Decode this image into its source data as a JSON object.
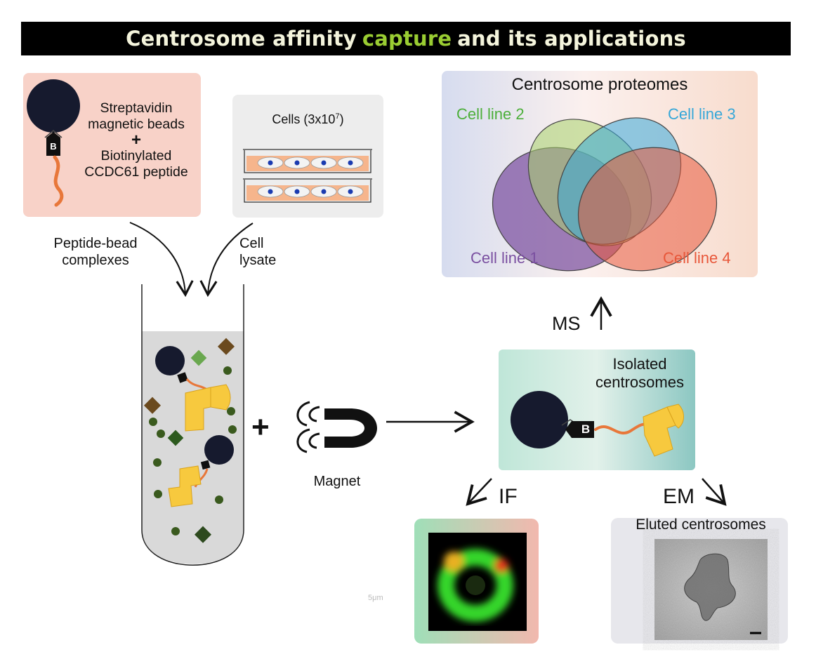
{
  "title": {
    "prefix": "Centrosome affinity",
    "highlight": "capture",
    "suffix": "and its applications"
  },
  "beads_box": {
    "line1": "Streptavidin",
    "line2": "magnetic beads",
    "plus": "+",
    "line3": "Biotinylated",
    "line4": "CCDC61 peptide",
    "biotin_symbol": "B"
  },
  "cells_box": {
    "label": "Cells (3x10",
    "superscript": "7",
    "label_end": ")"
  },
  "arrows": {
    "peptide_bead_line1": "Peptide-bead",
    "peptide_bead_line2": "complexes",
    "cell_lysate_line1": "Cell",
    "cell_lysate_line2": "lysate",
    "ms": "MS",
    "if": "IF",
    "em": "EM"
  },
  "plus_sign": "+",
  "magnet": {
    "label": "Magnet"
  },
  "isolated": {
    "line1": "Isolated",
    "line2": "centrosomes",
    "biotin_symbol": "B"
  },
  "proteomes": {
    "title": "Centrosome proteomes",
    "lines": [
      {
        "label": "Cell line 1",
        "color": "#7a4fa0"
      },
      {
        "label": "Cell line 2",
        "color": "#4caf3a"
      },
      {
        "label": "Cell line 3",
        "color": "#36a7d8"
      },
      {
        "label": "Cell line 4",
        "color": "#e8573a"
      }
    ]
  },
  "if_panel": {
    "scale_label": "5μm"
  },
  "em_panel": {
    "title": "Eluted centrosomes"
  },
  "colors": {
    "bead": "#161a2e",
    "peptide": "#e8773a",
    "centrosome": "#f7c93e",
    "title_highlight": "#9acd32"
  }
}
